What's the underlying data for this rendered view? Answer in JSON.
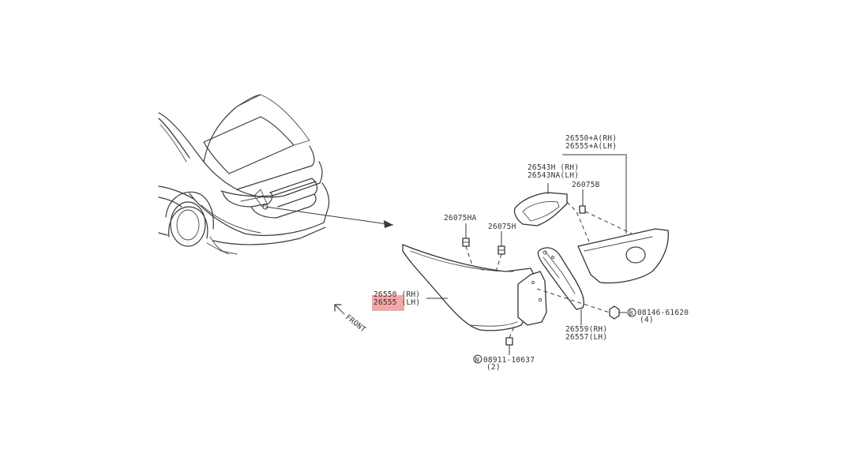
{
  "labels": {
    "p26550a_rh": "26550+A(RH)",
    "p26555a_lh": "26555+A(LH)",
    "p26543h_rh": "26543H (RH)",
    "p26543na_lh": "26543NA(LH)",
    "p26075b": "26075B",
    "p26075ha": "26075HA",
    "p26075h": "26075H",
    "p26550_rh": "26550 (RH)",
    "p26555_lh": "26555 (LH)",
    "p26559_rh": "26559(RH)",
    "p26557_lh": "26557(LH)",
    "bolt_code": "08146-61620",
    "bolt_symbol": "B",
    "bolt_qty": "(4)",
    "nut_code": "08911-10637",
    "nut_symbol": "N",
    "nut_qty": "(2)",
    "front": "FRONT"
  },
  "highlight": {
    "target": "26555 (LH)",
    "color": "#f08a8a"
  },
  "colors": {
    "line": "#3a3a3a",
    "background": "#ffffff"
  }
}
